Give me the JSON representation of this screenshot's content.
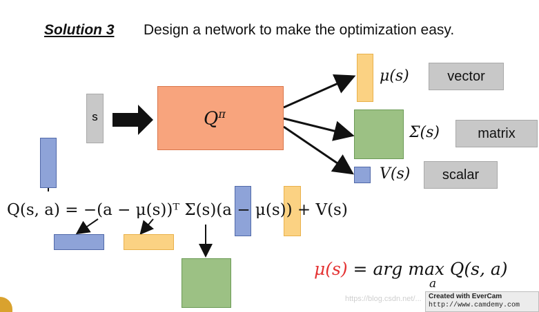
{
  "header": {
    "solution_label": "Solution 3",
    "description": "Design a network to make the optimization easy."
  },
  "network": {
    "input_label": "s",
    "q_label": "Q",
    "q_sup": "π"
  },
  "outputs": [
    {
      "symbol": "μ(s)",
      "type": "vector"
    },
    {
      "symbol": "Σ(s)",
      "type": "matrix"
    },
    {
      "symbol": "V(s)",
      "type": "scalar"
    }
  ],
  "equation": "Q(s, a) = −(a − μ(s))ᵀ Σ(s)(a − μ(s)) + V(s)",
  "argmax": {
    "lhs": "μ(s)",
    "rhs": "= arg max Q(s, a)",
    "sub": "a"
  },
  "watermark": {
    "url": "https://blog.csdn.net/...",
    "created_with": "Created with EverCam",
    "site": "http://www.camdemy.com"
  },
  "colors": {
    "blue": "#8ea3d8",
    "orange": "#fbd283",
    "green": "#9cc184",
    "salmon": "#f8a47d",
    "red": "#e43232"
  }
}
